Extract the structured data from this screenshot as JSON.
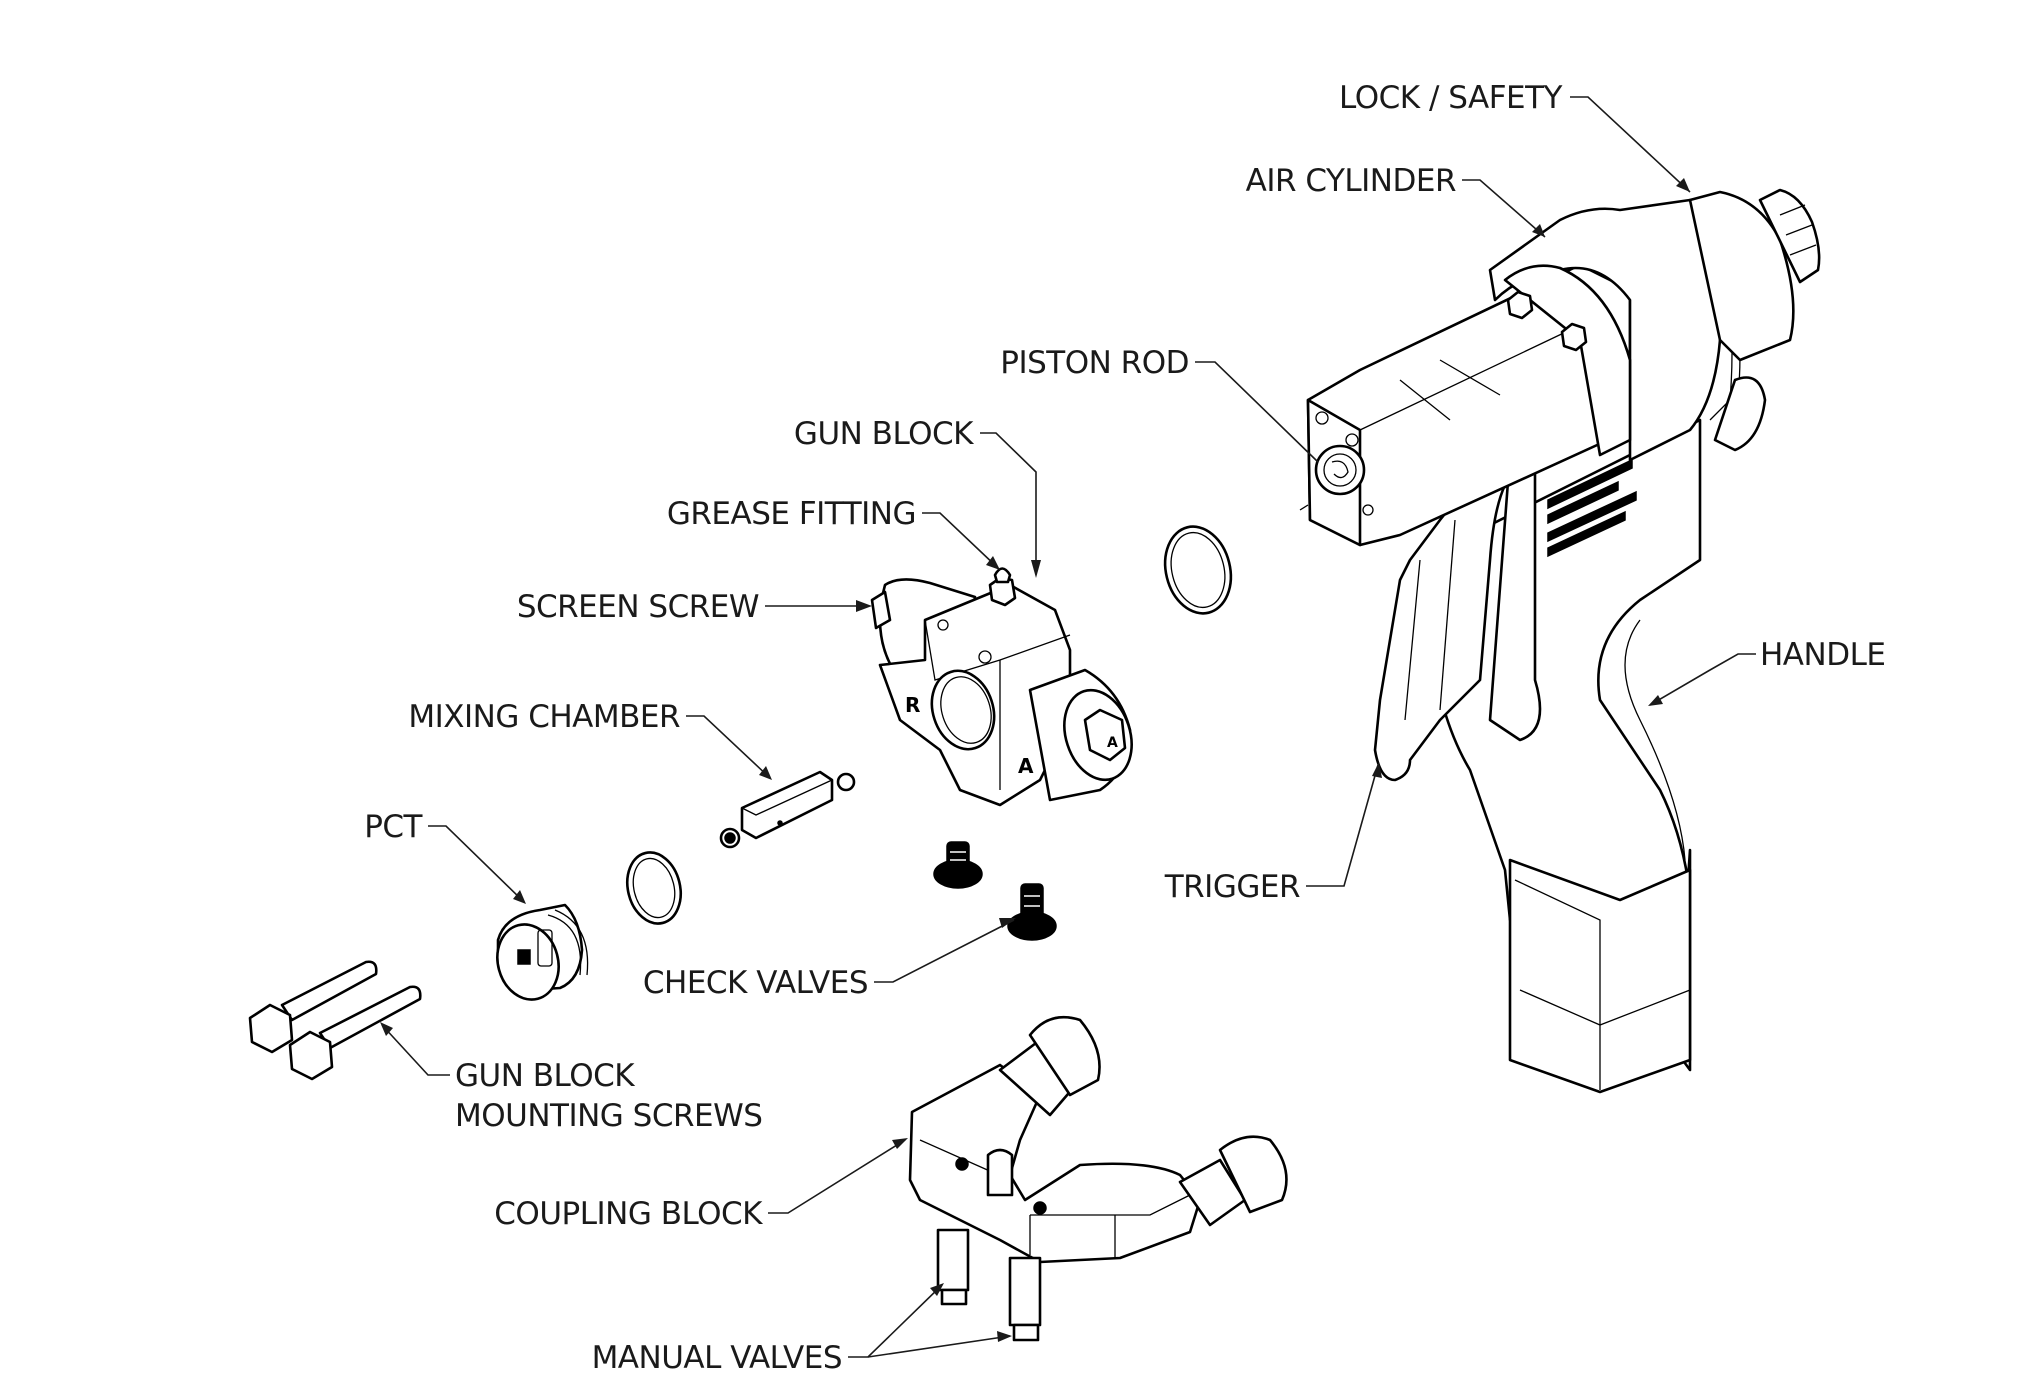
{
  "diagram": {
    "type": "exploded-view",
    "subject": "spray gun assembly",
    "background_color": "#ffffff",
    "line_color": "#000000",
    "labels": [
      {
        "id": "lock-safety",
        "text": "LOCK / SAFETY"
      },
      {
        "id": "air-cylinder",
        "text": "AIR CYLINDER"
      },
      {
        "id": "piston-rod",
        "text": "PISTON ROD"
      },
      {
        "id": "gun-block",
        "text": "GUN BLOCK"
      },
      {
        "id": "grease-fitting",
        "text": "GREASE FITTING"
      },
      {
        "id": "screen-screw",
        "text": "SCREEN SCREW"
      },
      {
        "id": "mixing-chamber",
        "text": "MIXING CHAMBER"
      },
      {
        "id": "pct",
        "text": "PCT"
      },
      {
        "id": "check-valves",
        "text": "CHECK VALVES"
      },
      {
        "id": "gun-block-mounting-screws",
        "text": "GUN BLOCK",
        "text2": "MOUNTING SCREWS"
      },
      {
        "id": "coupling-block",
        "text": "COUPLING BLOCK"
      },
      {
        "id": "manual-valves",
        "text": "MANUAL VALVES"
      },
      {
        "id": "handle",
        "text": "HANDLE"
      },
      {
        "id": "trigger",
        "text": "TRIGGER"
      }
    ],
    "part_markings": {
      "gun_block_port_r": "R",
      "gun_block_port_a": "A",
      "gun_block_fitting_a": "A"
    }
  }
}
